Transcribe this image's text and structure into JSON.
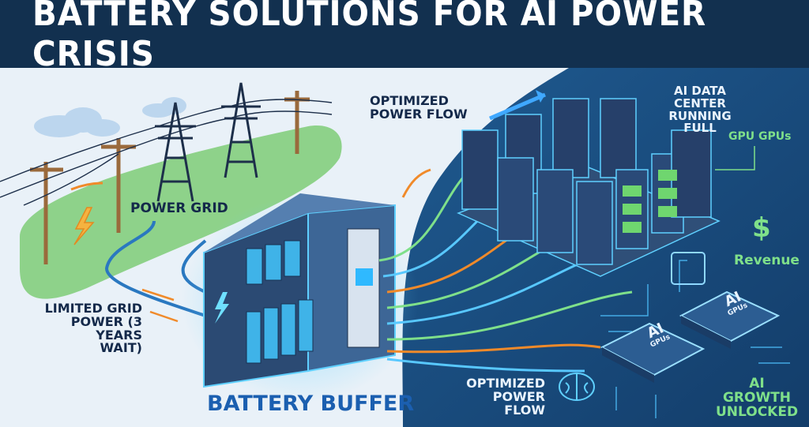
{
  "title": "BATTERY SOLUTIONS FOR AI POWER CRISIS",
  "labels": {
    "power_grid": "POWER GRID",
    "limited_grid_line1": "LIMITED GRID",
    "limited_grid_line2": "POWER (3 YEARS",
    "limited_grid_line3": "WAIT)",
    "battery_buffer": "BATTERY BUFFER",
    "optimized_top_line1": "OPTIMIZED",
    "optimized_top_line2": "POWER FLOW",
    "optimized_bottom_line1": "OPTIMIZED",
    "optimized_bottom_line2": "POWER FLOW",
    "data_center_line1": "AI DATA CENTER",
    "data_center_line2": "RUNNING FULL",
    "gpu_label": "GPU GPUs",
    "dollar": "$",
    "revenue": "Revenue",
    "growth_line1": "AI GROWTH",
    "growth_line2": "UNLOCKED",
    "chip1_top": "AI",
    "chip1_bottom": "GPUs",
    "chip2_top": "AI",
    "chip2_bottom": "GPUs"
  },
  "colors": {
    "title_bg": "#12304f",
    "left_bg": "#e9f1f8",
    "right_bg": "#1b4f80",
    "accent_green": "#7fe08a",
    "accent_orange": "#f08a2a",
    "glow_blue": "#4fc3ff"
  }
}
